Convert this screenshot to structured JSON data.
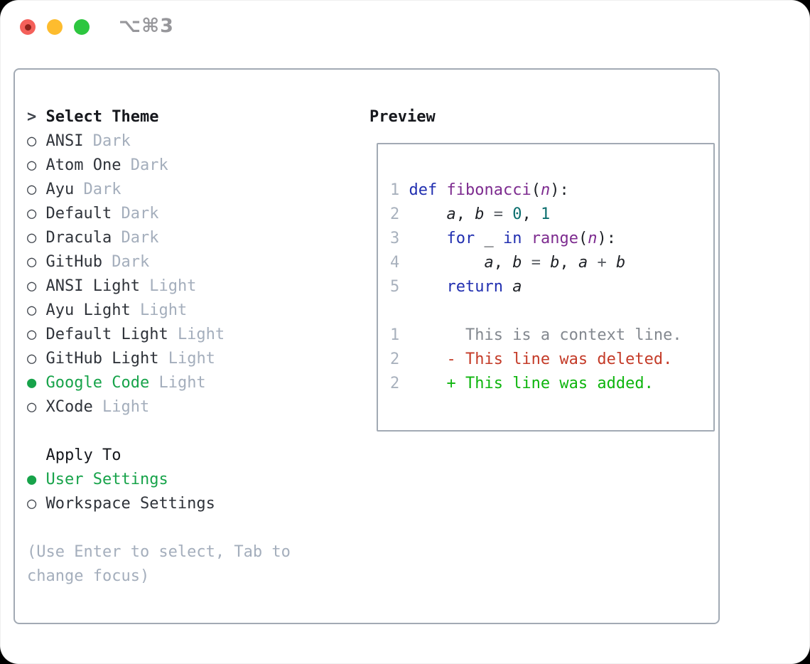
{
  "window": {
    "title": "⌥⌘3",
    "traffic_lights": [
      "close",
      "minimize",
      "zoom"
    ]
  },
  "colors": {
    "heading": "#16181d",
    "text": "#2f333a",
    "muted": "#a4aebc",
    "green": "#17a34a",
    "marker": "#3f444c",
    "border": "#a2aab4",
    "kw": "#212fb0",
    "fn": "#7d2b8f",
    "num": "#0b6e6e",
    "op": "#5c6066",
    "code_plain": "#1e2126",
    "lineno": "#a8b1bd",
    "ctx": "#83888f",
    "del": "#c43b28",
    "add": "#0db50d",
    "title_gray": "#97979b",
    "tl_red": "#f4605a",
    "tl_yellow": "#fdbc2e",
    "tl_green": "#2dc63f"
  },
  "theme_panel": {
    "header": {
      "prompt": ">",
      "label": "Select Theme"
    },
    "unselected_marker": "○",
    "selected_marker": "●",
    "items": [
      {
        "name": "ANSI",
        "variant": "Dark",
        "selected": false
      },
      {
        "name": "Atom One",
        "variant": "Dark",
        "selected": false
      },
      {
        "name": "Ayu",
        "variant": "Dark",
        "selected": false
      },
      {
        "name": "Default",
        "variant": "Dark",
        "selected": false
      },
      {
        "name": "Dracula",
        "variant": "Dark",
        "selected": false
      },
      {
        "name": "GitHub",
        "variant": "Dark",
        "selected": false
      },
      {
        "name": "ANSI Light",
        "variant": "Light",
        "selected": false
      },
      {
        "name": "Ayu Light",
        "variant": "Light",
        "selected": false
      },
      {
        "name": "Default Light",
        "variant": "Light",
        "selected": false
      },
      {
        "name": "GitHub Light",
        "variant": "Light",
        "selected": false
      },
      {
        "name": "Google Code",
        "variant": "Light",
        "selected": true
      },
      {
        "name": "XCode",
        "variant": "Light",
        "selected": false
      }
    ],
    "apply_to": {
      "label": "Apply To",
      "options": [
        {
          "label": "User Settings",
          "selected": true
        },
        {
          "label": "Workspace Settings",
          "selected": false
        }
      ]
    },
    "hint_lines": [
      "(Use Enter to select, Tab to",
      "change focus)"
    ]
  },
  "preview": {
    "title": "Preview",
    "code_lines": [
      {
        "num": "1",
        "segments": [
          {
            "t": "def",
            "s": "kw"
          },
          {
            "t": " ",
            "s": "plain"
          },
          {
            "t": "fibonacci",
            "s": "fn"
          },
          {
            "t": "(",
            "s": "plain"
          },
          {
            "t": "n",
            "s": "param"
          },
          {
            "t": "):",
            "s": "plain"
          }
        ]
      },
      {
        "num": "2",
        "segments": [
          {
            "t": "    ",
            "s": "plain"
          },
          {
            "t": "a",
            "s": "var"
          },
          {
            "t": ", ",
            "s": "plain"
          },
          {
            "t": "b",
            "s": "var"
          },
          {
            "t": " ",
            "s": "plain"
          },
          {
            "t": "=",
            "s": "op"
          },
          {
            "t": " ",
            "s": "plain"
          },
          {
            "t": "0",
            "s": "num"
          },
          {
            "t": ", ",
            "s": "plain"
          },
          {
            "t": "1",
            "s": "num"
          }
        ]
      },
      {
        "num": "3",
        "segments": [
          {
            "t": "    ",
            "s": "plain"
          },
          {
            "t": "for",
            "s": "kw"
          },
          {
            "t": " _ ",
            "s": "plain"
          },
          {
            "t": "in",
            "s": "kw"
          },
          {
            "t": " ",
            "s": "plain"
          },
          {
            "t": "range",
            "s": "fn"
          },
          {
            "t": "(",
            "s": "plain"
          },
          {
            "t": "n",
            "s": "param"
          },
          {
            "t": "):",
            "s": "plain"
          }
        ]
      },
      {
        "num": "4",
        "segments": [
          {
            "t": "        ",
            "s": "plain"
          },
          {
            "t": "a",
            "s": "var"
          },
          {
            "t": ", ",
            "s": "plain"
          },
          {
            "t": "b",
            "s": "var"
          },
          {
            "t": " ",
            "s": "plain"
          },
          {
            "t": "=",
            "s": "op"
          },
          {
            "t": " ",
            "s": "plain"
          },
          {
            "t": "b",
            "s": "var"
          },
          {
            "t": ", ",
            "s": "plain"
          },
          {
            "t": "a",
            "s": "var"
          },
          {
            "t": " ",
            "s": "plain"
          },
          {
            "t": "+",
            "s": "op"
          },
          {
            "t": " ",
            "s": "plain"
          },
          {
            "t": "b",
            "s": "var"
          }
        ]
      },
      {
        "num": "5",
        "segments": [
          {
            "t": "    ",
            "s": "plain"
          },
          {
            "t": "return",
            "s": "kw"
          },
          {
            "t": " ",
            "s": "plain"
          },
          {
            "t": "a",
            "s": "var"
          }
        ]
      }
    ],
    "diff_lines": [
      {
        "num": "1",
        "text": "       This is a context line.",
        "style": "ctx"
      },
      {
        "num": "2",
        "text": "     - This line was deleted.",
        "style": "del"
      },
      {
        "num": "2",
        "text": "     + This line was added.",
        "style": "add"
      }
    ]
  }
}
